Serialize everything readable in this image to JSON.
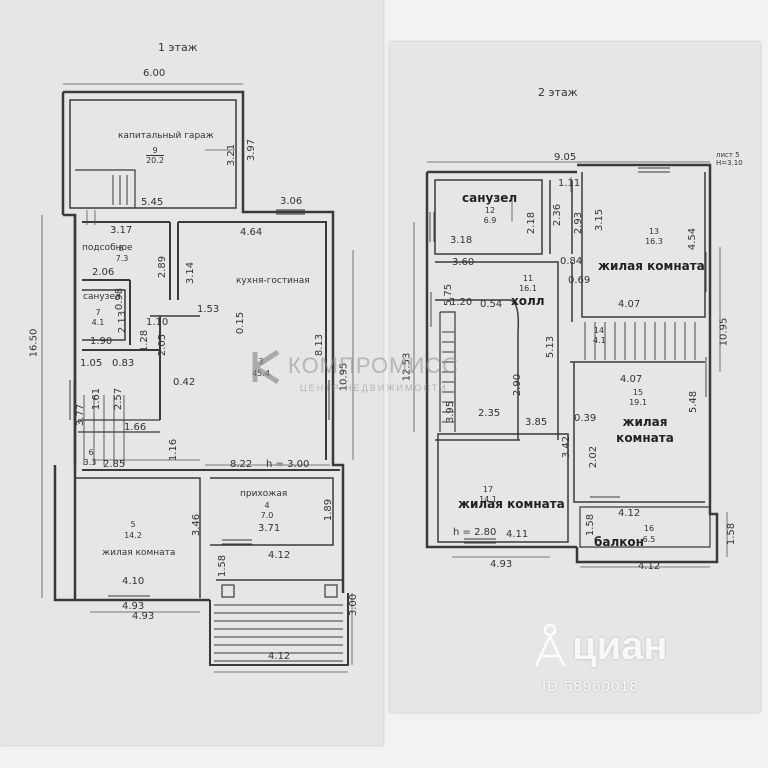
{
  "floor1": {
    "title": "1 этаж",
    "dims": {
      "top": "6.00",
      "garage_bottom": "5.45",
      "garage_h1": "3.21",
      "garage_h2": "3.97",
      "d306": "3.06",
      "d317": "3.17",
      "d464": "4.64",
      "left_total": "16.50",
      "d206": "2.06",
      "d289": "2.89",
      "d314": "3.14",
      "d098": "0.98",
      "d213": "2.13",
      "d110": "1.10",
      "d153": "1.53",
      "d015": "0.15",
      "d128": "1.28",
      "d205": "2.05",
      "d190": "1.90",
      "d813": "8.13",
      "d1095": "10.95",
      "d105": "1.05",
      "d083": "0.83",
      "d042": "0.42",
      "d161": "1.61",
      "d257": "2.57",
      "d377": "3.77",
      "d166": "1.66",
      "d116": "1.16",
      "d285": "2.85",
      "d822": "8.22",
      "h300": "h = 3.00",
      "d346": "3.46",
      "d189": "1.89",
      "d371": "3.71",
      "d412a": "4.12",
      "d158": "1.58",
      "d410": "4.10",
      "d493a": "4.93",
      "d493b": "4.93",
      "d300": "3.00",
      "d412b": "4.12"
    },
    "rooms": {
      "garage": "капитальный гараж",
      "garage_no": "9",
      "garage_area": "20.2",
      "pantry": "подсобное",
      "pantry_no": "8",
      "pantry_area": "7.3",
      "kitchen": "кухня-гостиная",
      "kitchen_no": "3",
      "kitchen_area": "45.4",
      "bath": "санузел",
      "bath_no": "7",
      "bath_area": "4.1",
      "stair_no": "6",
      "stair_area": "3.3",
      "hall": "прихожая",
      "hall_no": "4",
      "hall_area": "7.0",
      "living": "жилая комната",
      "living_no": "5",
      "living_area": "14.2"
    }
  },
  "floor2": {
    "title": "2 этаж",
    "corner_note": [
      "лист 5",
      "Н=3.10"
    ],
    "dims": {
      "d905": "9.05",
      "d111": "1.11",
      "d236": "2.36",
      "d293": "2.93",
      "d315": "3.15",
      "d454": "4.54",
      "d218": "2.18",
      "d318": "3.18",
      "d360": "3.60",
      "d084": "0.84",
      "d069": "0.69",
      "d575": "5.75",
      "d407a": "4.07",
      "d1095": "10.95",
      "d120": "1.20",
      "d054": "0.54",
      "d1253": "12.53",
      "d513": "5.13",
      "d407b": "4.07",
      "d290": "2.90",
      "d548": "5.48",
      "d039": "0.39",
      "d395": "3.95",
      "d235": "2.35",
      "d385": "3.85",
      "d342": "3.42",
      "d202": "2.02",
      "d412a": "4.12",
      "d158a": "1.58",
      "d158b": "1.58",
      "h280": "h = 2.80",
      "d411": "4.11",
      "d493": "4.93",
      "d412b": "4.12"
    },
    "rooms": {
      "bath": "санузел",
      "bath_no": "12",
      "bath_area": "6.9",
      "hall": "холл",
      "hall_no": "11",
      "hall_area": "16.1",
      "room13": "жилая комната",
      "room13_no": "13",
      "room13_area": "16.3",
      "stair_no": "14",
      "stair_area": "4.1",
      "room15": "жилая комната",
      "room15_no": "15",
      "room15_area": "19.1",
      "room17": "жилая комната",
      "room17_no": "17",
      "room17_area": "14.1",
      "balcony": "балкон",
      "balcony_no": "16",
      "balcony_area": "6.5"
    }
  },
  "watermark": {
    "brand": "КОМПРОМИСС",
    "sub": "ЦЕНТР НЕДВИЖИМОСТИ"
  },
  "cian": {
    "name": "циан",
    "id": "ID 58960018"
  },
  "colors": {
    "line": "#3a3a3a",
    "paper": "#e6e6e4",
    "background": "#f2f2f2"
  }
}
